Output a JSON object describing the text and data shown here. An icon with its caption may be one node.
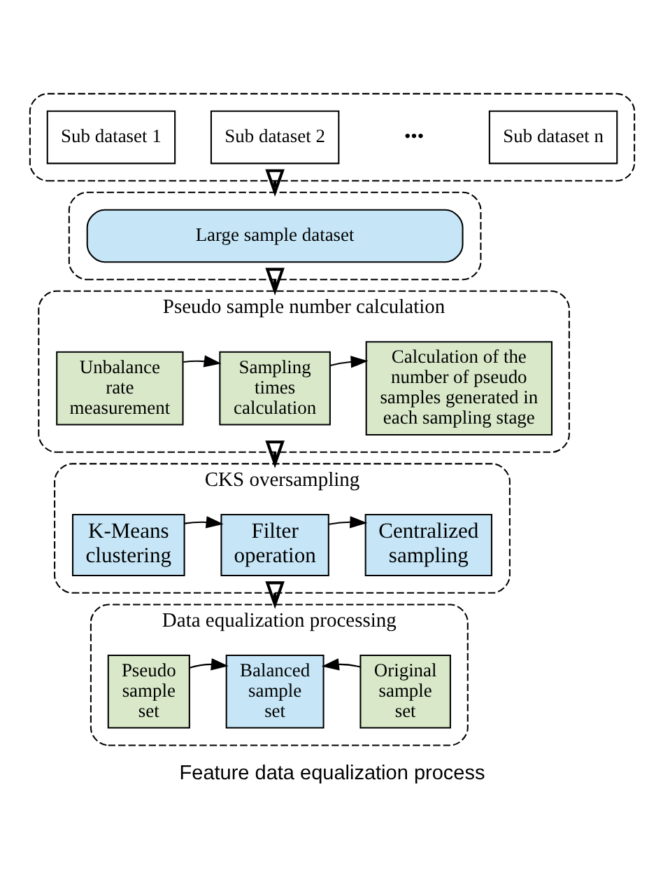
{
  "diagram": {
    "caption": "Feature data equalization process",
    "nodes": [
      {
        "text": [],
        "shape": "box"
      },
      {
        "text": [
          "Sub dataset 1"
        ],
        "in": 0
      },
      {
        "text": [
          "Sub dataset 2"
        ],
        "in": 0
      },
      {
        "text": [
          "Sub dataset n"
        ],
        "in": 0
      },
      {
        "text": [],
        "shape": "box"
      },
      {
        "text": [
          "Large sample dataset"
        ],
        "in": 4
      },
      {
        "text": [
          "Pseudo sample number calculation"
        ]
      },
      {
        "text": [
          "Unbalance rate measurement"
        ],
        "in": 6
      },
      {
        "text": [
          "Sampling times calculation"
        ],
        "in": 6
      },
      {
        "text": [
          "Calculation of the number of pseudo samples generated in each sampling stage"
        ],
        "in": 6
      },
      {
        "text": [
          "CKS oversampling"
        ]
      },
      {
        "text": [
          "K-Means clustering"
        ],
        "in": 10
      },
      {
        "text": [
          "Filter operation"
        ],
        "in": 10
      },
      {
        "text": [
          "Centralized sampling"
        ],
        "in": 10
      },
      {
        "text": [
          "Data equalization processing"
        ]
      },
      {
        "text": [
          "Pseudo sample set"
        ],
        "in": 14
      },
      {
        "text": [
          "Balanced sample set"
        ],
        "in": 14
      },
      {
        "text": [
          "Original sample set"
        ],
        "in": 14
      }
    ],
    "edges": [
      {
        "from": 0,
        "to": 4,
        "arrow": "to"
      },
      {
        "from": 4,
        "to": 6,
        "arrow": "to"
      },
      {
        "from": 6,
        "to": 10,
        "arrow": "to"
      },
      {
        "from": 10,
        "to": 14,
        "arrow": "to"
      },
      {
        "from": 7,
        "to": 8,
        "arrow": "to"
      },
      {
        "from": 8,
        "to": 9,
        "arrow": "to"
      },
      {
        "from": 11,
        "to": 12,
        "arrow": "to"
      },
      {
        "from": 12,
        "to": 13,
        "arrow": "to"
      },
      {
        "from": 15,
        "to": 16,
        "arrow": "to"
      },
      {
        "from": 17,
        "to": 16,
        "arrow": "to"
      }
    ],
    "labels": [
      "•••"
    ]
  }
}
